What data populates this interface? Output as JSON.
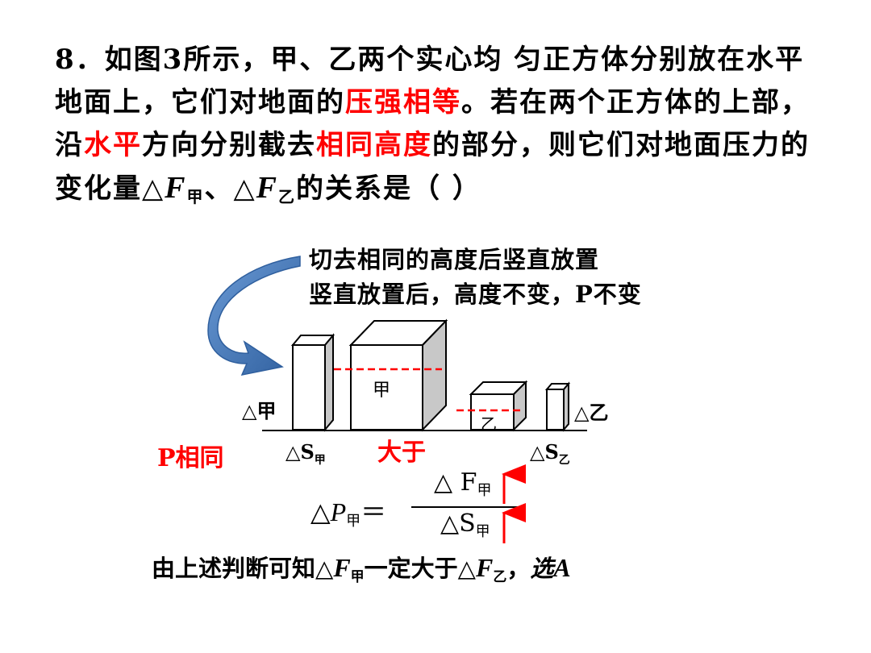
{
  "question": {
    "p1": "8．如图3所示，甲、乙两个实心均 匀正方体分别放在水平地面上，它们对地面的",
    "r1": "压强相等",
    "p2": "。若在两个正方体的上部，沿",
    "r2": "水平",
    "p3": "方向分别截去",
    "r3": "相同高度",
    "p4": "的部分，则它们对地面压力的变化量△",
    "f_sym": "F",
    "sub_jia": "甲",
    "sep": "、△",
    "sub_yi": "乙",
    "p5": "的关系是（    ）"
  },
  "note": {
    "line1": "切去相同的高度后竖直放置",
    "line2": "竖直放置后，高度不变，P不变"
  },
  "diagram": {
    "label_jia": "甲",
    "label_yi": "乙",
    "delta_jia": "△甲",
    "delta_yi": "△乙",
    "ds_jia_main": "△S",
    "ds_jia_sub": "甲",
    "ds_yi_main": "△S",
    "ds_yi_sub": "乙",
    "greater": "大于",
    "p_same": "P相同"
  },
  "formula": {
    "lhs_tri": "△",
    "lhs_p": "P",
    "lhs_sub": "甲",
    "eq": "＝",
    "num_main": "△ F",
    "num_sub": "甲",
    "den_main": "△S",
    "den_sub": "甲"
  },
  "conclusion": {
    "c1": "由上述判断可知△",
    "f1": "F",
    "s1": "甲",
    "c2": "一定大于△",
    "f2": "F",
    "s2": "乙",
    "c3": "，",
    "c4": "选",
    "c5": "A"
  },
  "colors": {
    "accent_red": "#ff0000",
    "arrow_blue": "#4a7ebb",
    "cube_side": "#c8c8c8"
  }
}
